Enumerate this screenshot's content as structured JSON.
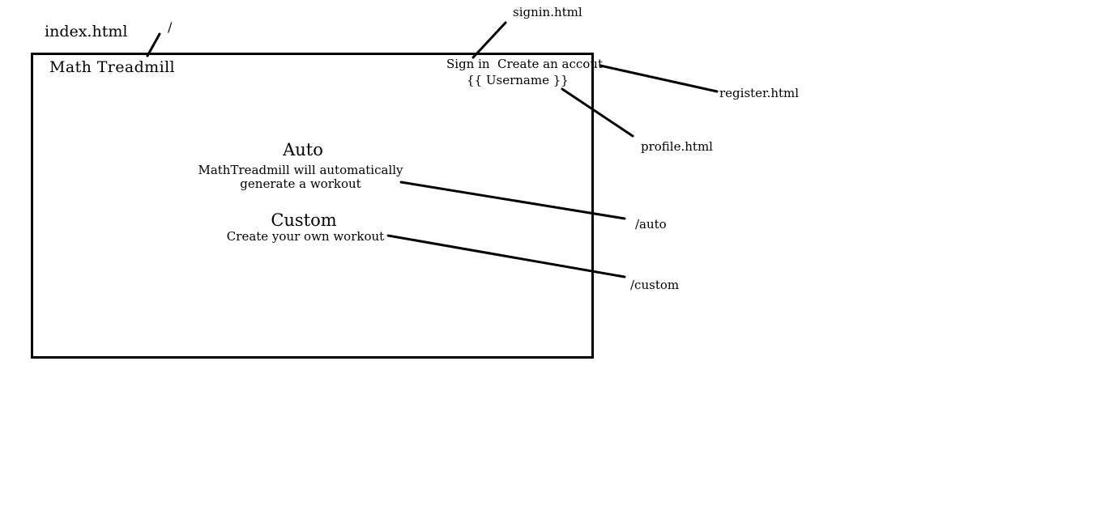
{
  "page_file": "index.html",
  "root_route": "/",
  "app": {
    "brand": "Math Treadmill",
    "nav": {
      "signin_label": "Sign in",
      "register_label": "Create an accout",
      "username_placeholder": "{{ Username }}"
    },
    "auto": {
      "title": "Auto",
      "description": "MathTreadmill will automatically\ngenerate a workout"
    },
    "custom": {
      "title": "Custom",
      "description": "Create your own workout"
    }
  },
  "annotations": {
    "signin": "signin.html",
    "register": "register.html",
    "profile": "profile.html",
    "auto": "/auto",
    "custom": "/custom"
  }
}
